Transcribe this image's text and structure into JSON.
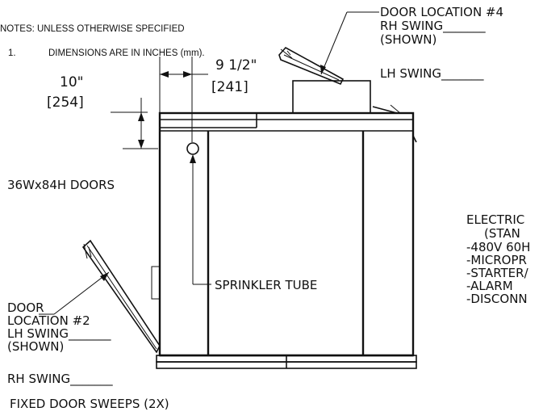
{
  "notes": {
    "header": "NOTES: UNLESS OTHERWISE SPECIFIED",
    "item_number": "1.",
    "item_text": "DIMENSIONS ARE IN INCHES (mm)."
  },
  "dimensions": {
    "vertical_in": "10\"",
    "vertical_mm": "[254]",
    "horizontal_in": "9 1/2\"",
    "horizontal_mm": "[241]"
  },
  "door4": {
    "line1": "DOOR LOCATION #4",
    "line2": "RH SWING_______",
    "line3": "(SHOWN)",
    "alt": "LH SWING_______"
  },
  "doors_size": "36Wx84H DOORS",
  "sprinkler": "SPRINKLER TUBE",
  "door2": {
    "line1": "DOOR",
    "line2": "LOCATION #2",
    "line3": "LH SWING_______",
    "line4": "(SHOWN)",
    "alt": "RH SWING_______"
  },
  "sweeps": "FIXED DOOR SWEEPS (2X)",
  "electric": {
    "line1": "ELECTRIC",
    "line2": "(STAN",
    "line3": "-480V 60H",
    "line4": "-MICROPR",
    "line5": "-STARTER/",
    "line6": "-ALARM",
    "line7": "-DISCONN"
  }
}
